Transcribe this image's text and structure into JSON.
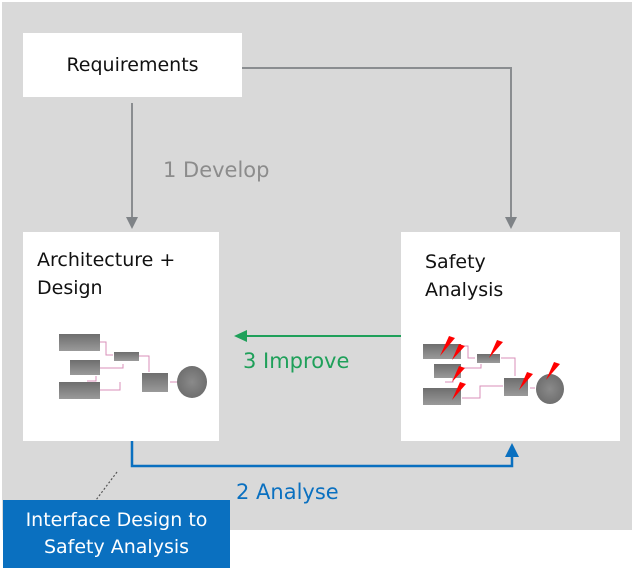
{
  "nodes": {
    "requirements": "Requirements",
    "architecture": "Architecture +\nDesign",
    "safety": "Safety\nAnalysis"
  },
  "edges": {
    "develop": "1 Develop",
    "analyse": "2 Analyse",
    "improve": "3 Improve"
  },
  "callout": "Interface Design to\nSafety Analysis",
  "colors": {
    "background": "#d9d9d9",
    "develop": "#8c8c8c",
    "analyse": "#0a70c0",
    "improve": "#1fa05a",
    "hazard": "#ff0000"
  }
}
